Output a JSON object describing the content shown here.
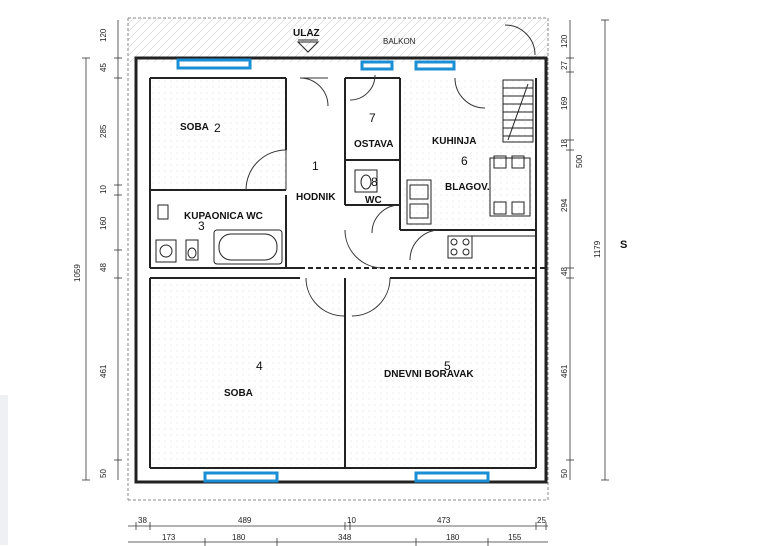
{
  "plan": {
    "entry_label": "ULAZ",
    "balcony_label": "BALKON",
    "compass_label": "S",
    "rooms": [
      {
        "id": "soba-1",
        "name": "SOBA",
        "num": "2"
      },
      {
        "id": "hodnik",
        "name": "HODNIK",
        "num": "1"
      },
      {
        "id": "ostava",
        "name": "OSTAVA",
        "num": "7"
      },
      {
        "id": "kuhinja",
        "name": "KUHINJA",
        "num": "6"
      },
      {
        "id": "blagov",
        "name": "BLAGOV.",
        "num": ""
      },
      {
        "id": "wc-small",
        "name": "WC",
        "num": "8"
      },
      {
        "id": "kupaonica",
        "name": "KUPAONICA WC",
        "num": "3"
      },
      {
        "id": "soba-2",
        "name": "SOBA",
        "num": "4"
      },
      {
        "id": "dnevni",
        "name": "DNEVNI BORAVAK",
        "num": "5"
      }
    ],
    "dims_left": [
      "120",
      "45",
      "285",
      "10",
      "160",
      "48",
      "461",
      "50"
    ],
    "dim_left_total": "1059",
    "dims_right": [
      "120",
      "27",
      "169",
      "18",
      "500",
      "294",
      "48",
      "461",
      "50"
    ],
    "dim_right_total": "1179",
    "dims_bottom_top": [
      "38",
      "489",
      "10",
      "473",
      "25"
    ],
    "dims_bottom_bottom": [
      "173",
      "180",
      "348",
      "180",
      "155"
    ]
  }
}
